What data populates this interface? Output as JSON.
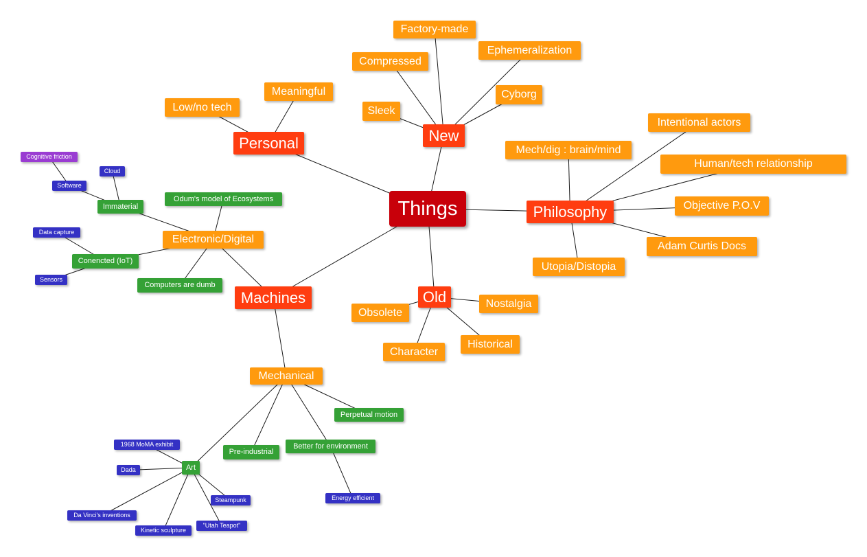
{
  "mindmap": {
    "root": {
      "label": "Things"
    },
    "nodes": [
      {
        "id": "things",
        "label": "Things",
        "level": "l1"
      },
      {
        "id": "new",
        "label": "New",
        "level": "l2"
      },
      {
        "id": "personal",
        "label": "Personal",
        "level": "l2"
      },
      {
        "id": "philosophy",
        "label": "Philosophy",
        "level": "l2"
      },
      {
        "id": "old",
        "label": "Old",
        "level": "l2"
      },
      {
        "id": "machines",
        "label": "Machines",
        "level": "l2"
      },
      {
        "id": "factory",
        "label": "Factory-made",
        "level": "l3"
      },
      {
        "id": "ephemeral",
        "label": "Ephemeralization",
        "level": "l3"
      },
      {
        "id": "compressed",
        "label": "Compressed",
        "level": "l3"
      },
      {
        "id": "cyborg",
        "label": "Cyborg",
        "level": "l3"
      },
      {
        "id": "sleek",
        "label": "Sleek",
        "level": "l3"
      },
      {
        "id": "meaningful",
        "label": "Meaningful",
        "level": "l3"
      },
      {
        "id": "lownotech",
        "label": "Low/no tech",
        "level": "l3"
      },
      {
        "id": "intentional",
        "label": "Intentional actors",
        "level": "l3"
      },
      {
        "id": "mechdig",
        "label": "Mech/dig : brain/mind",
        "level": "l3"
      },
      {
        "id": "humantech",
        "label": "Human/tech relationship",
        "level": "l3"
      },
      {
        "id": "objective",
        "label": "Objective P.O.V",
        "level": "l3"
      },
      {
        "id": "adam",
        "label": "Adam Curtis Docs",
        "level": "l3"
      },
      {
        "id": "utopia",
        "label": "Utopia/Distopia",
        "level": "l3"
      },
      {
        "id": "nostalgia",
        "label": "Nostalgia",
        "level": "l3"
      },
      {
        "id": "obsolete",
        "label": "Obsolete",
        "level": "l3"
      },
      {
        "id": "historical",
        "label": "Historical",
        "level": "l3"
      },
      {
        "id": "character",
        "label": "Character",
        "level": "l3"
      },
      {
        "id": "electronic",
        "label": "Electronic/Digital",
        "level": "l3"
      },
      {
        "id": "mechanical",
        "label": "Mechanical",
        "level": "l3"
      },
      {
        "id": "immaterial",
        "label": "Immaterial",
        "level": "l4"
      },
      {
        "id": "odum",
        "label": "Odum's model of Ecosystems",
        "level": "l4"
      },
      {
        "id": "connected",
        "label": "Conencted (IoT)",
        "level": "l4"
      },
      {
        "id": "dumb",
        "label": "Computers are dumb",
        "level": "l4"
      },
      {
        "id": "perpetual",
        "label": "Perpetual motion",
        "level": "l4"
      },
      {
        "id": "preind",
        "label": "Pre-industrial",
        "level": "l4"
      },
      {
        "id": "better",
        "label": "Better for environment",
        "level": "l4"
      },
      {
        "id": "art",
        "label": "Art",
        "level": "l4"
      },
      {
        "id": "cloud",
        "label": "Cloud",
        "level": "l5"
      },
      {
        "id": "software",
        "label": "Software",
        "level": "l5"
      },
      {
        "id": "datacap",
        "label": "Data capture",
        "level": "l5"
      },
      {
        "id": "sensors",
        "label": "Sensors",
        "level": "l5"
      },
      {
        "id": "moma",
        "label": "1968 MoMA exhibit",
        "level": "l5"
      },
      {
        "id": "dada",
        "label": "Dada",
        "level": "l5"
      },
      {
        "id": "davinci",
        "label": "Da Vinci's inventions",
        "level": "l5"
      },
      {
        "id": "kinetic",
        "label": "Kinetic sculpture",
        "level": "l5"
      },
      {
        "id": "teapot",
        "label": "\"Utah Teapot\"",
        "level": "l5"
      },
      {
        "id": "steampunk",
        "label": "Steampunk",
        "level": "l5"
      },
      {
        "id": "energy",
        "label": "Energy efficient",
        "level": "l5"
      },
      {
        "id": "cognitive",
        "label": "Cognitive friction",
        "level": "l6"
      }
    ],
    "edges": [
      [
        "things",
        "new"
      ],
      [
        "things",
        "personal"
      ],
      [
        "things",
        "philosophy"
      ],
      [
        "things",
        "old"
      ],
      [
        "things",
        "machines"
      ],
      [
        "new",
        "factory"
      ],
      [
        "new",
        "ephemeral"
      ],
      [
        "new",
        "compressed"
      ],
      [
        "new",
        "cyborg"
      ],
      [
        "new",
        "sleek"
      ],
      [
        "personal",
        "meaningful"
      ],
      [
        "personal",
        "lownotech"
      ],
      [
        "philosophy",
        "intentional"
      ],
      [
        "philosophy",
        "mechdig"
      ],
      [
        "philosophy",
        "humantech"
      ],
      [
        "philosophy",
        "objective"
      ],
      [
        "philosophy",
        "adam"
      ],
      [
        "philosophy",
        "utopia"
      ],
      [
        "old",
        "nostalgia"
      ],
      [
        "old",
        "obsolete"
      ],
      [
        "old",
        "historical"
      ],
      [
        "old",
        "character"
      ],
      [
        "machines",
        "electronic"
      ],
      [
        "machines",
        "mechanical"
      ],
      [
        "electronic",
        "immaterial"
      ],
      [
        "electronic",
        "odum"
      ],
      [
        "electronic",
        "connected"
      ],
      [
        "electronic",
        "dumb"
      ],
      [
        "immaterial",
        "cloud"
      ],
      [
        "immaterial",
        "software"
      ],
      [
        "software",
        "cognitive"
      ],
      [
        "connected",
        "datacap"
      ],
      [
        "connected",
        "sensors"
      ],
      [
        "mechanical",
        "perpetual"
      ],
      [
        "mechanical",
        "preind"
      ],
      [
        "mechanical",
        "better"
      ],
      [
        "mechanical",
        "art"
      ],
      [
        "better",
        "energy"
      ],
      [
        "art",
        "moma"
      ],
      [
        "art",
        "dada"
      ],
      [
        "art",
        "davinci"
      ],
      [
        "art",
        "kinetic"
      ],
      [
        "art",
        "teapot"
      ],
      [
        "art",
        "steampunk"
      ]
    ]
  }
}
